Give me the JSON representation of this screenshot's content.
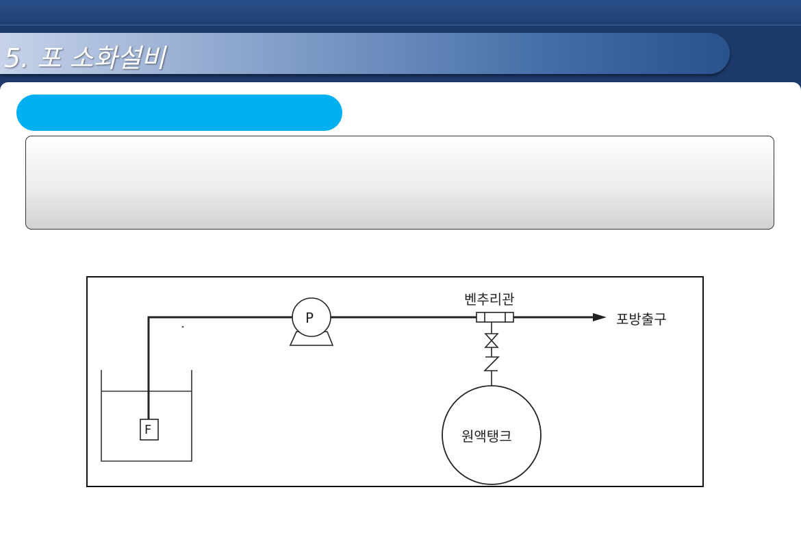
{
  "slide": {
    "title": "5. 포 소화설비"
  },
  "diagram": {
    "pump_label": "P",
    "foam_label": "F",
    "venturi_label": "벤추리관",
    "outlet_label": "포방출구",
    "tank_label": "원액탱크"
  }
}
